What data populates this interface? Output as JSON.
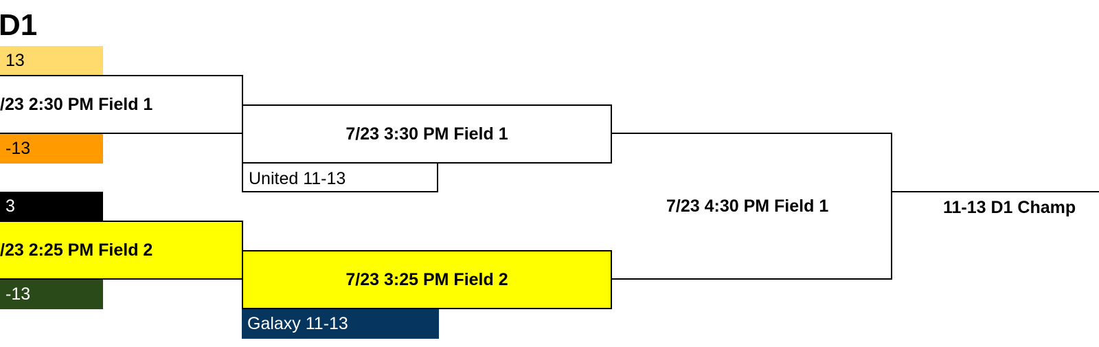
{
  "bracket": {
    "title": "D1",
    "teams": {
      "r1_g1_top": {
        "label": "13",
        "bg": "#ffda6d",
        "fg": "#000000"
      },
      "r1_g1_bottom": {
        "label": "-13",
        "bg": "#ff9b00",
        "fg": "#000000"
      },
      "r1_g2_top": {
        "label": "3",
        "bg": "#000000",
        "fg": "#ffffff"
      },
      "r1_g2_bottom": {
        "label": "-13",
        "bg": "#2a4b19",
        "fg": "#ffffff"
      },
      "r2_g1_bye": {
        "label": "United 11-13",
        "bg": "#ffffff",
        "fg": "#000000"
      },
      "r2_g2_bye": {
        "label": "Galaxy 11-13",
        "bg": "#06355e",
        "fg": "#ffffff"
      }
    },
    "games": {
      "r1_g1": "/23 2:30 PM Field 1",
      "r1_g2": "/23 2:25 PM Field 2",
      "r2_g1": "7/23 3:30 PM Field 1",
      "r2_g2": "7/23 3:25 PM Field 2",
      "final": "7/23 4:30 PM Field 1"
    },
    "champion_label": "11-13 D1 Champ",
    "highlight_color": "#ffff00"
  }
}
